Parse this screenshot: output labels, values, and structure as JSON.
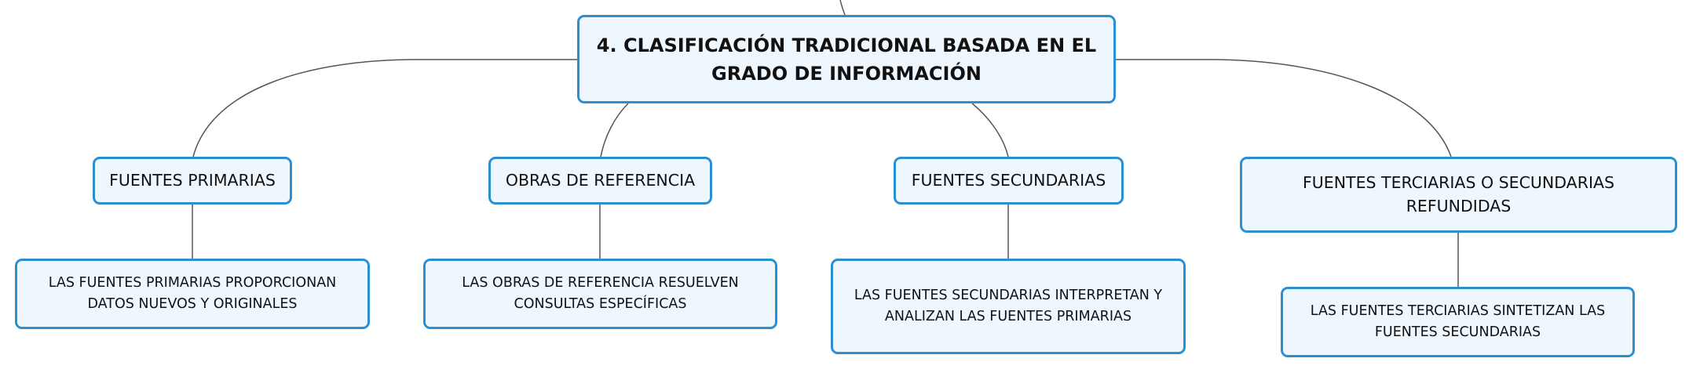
{
  "diagram": {
    "central_topic": "4. CLASIFICACIÓN TRADICIONAL BASADA EN EL GRADO DE INFORMACIÓN",
    "branches": [
      {
        "label": "FUENTES PRIMARIAS",
        "detail": "LAS FUENTES PRIMARIAS PROPORCIONAN DATOS NUEVOS Y ORIGINALES"
      },
      {
        "label": "OBRAS DE REFERENCIA",
        "detail": "LAS OBRAS DE REFERENCIA RESUELVEN CONSULTAS ESPECÍFICAS"
      },
      {
        "label": "FUENTES SECUNDARIAS",
        "detail": "LAS FUENTES SECUNDARIAS INTERPRETAN Y ANALIZAN LAS FUENTES PRIMARIAS"
      },
      {
        "label": "FUENTES TERCIARIAS O SECUNDARIAS REFUNDIDAS",
        "detail": "LAS FUENTES TERCIARIAS SINTETIZAN LAS FUENTES SECUNDARIAS"
      }
    ],
    "colors": {
      "node_border": "#2b8fd0",
      "node_fill": "#eef7fe",
      "connector": "#555555",
      "text": "#111111"
    }
  }
}
